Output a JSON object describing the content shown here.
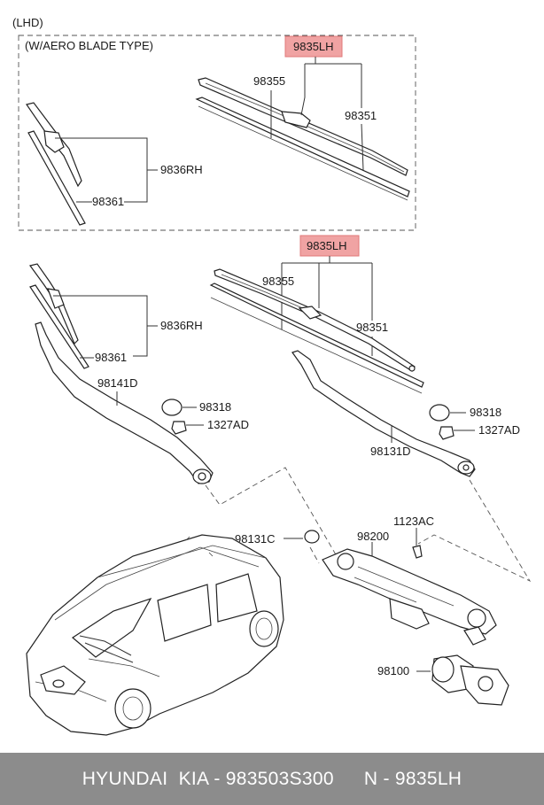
{
  "diagram": {
    "region_label": "(LHD)",
    "box_title": "(W/AERO BLADE TYPE)",
    "aero": {
      "blade_set_lh": "9835LH",
      "blade_lh_a": "98355",
      "blade_lh_b": "98351",
      "blade_set_rh": "9836RH",
      "blade_rh_refill": "98361"
    },
    "standard": {
      "blade_set_lh": "9835LH",
      "blade_lh_a": "98355",
      "blade_lh_b": "98351",
      "blade_set_rh": "9836RH",
      "blade_rh_refill": "98361",
      "arm_rh": "98141D",
      "arm_lh": "98131D",
      "cap_rh": "98318",
      "cap_lh": "98318",
      "nut_rh": "1327AD",
      "nut_lh": "1327AD",
      "pivot_cap": "98131C",
      "linkage": "98200",
      "bolt": "1123AC",
      "motor": "98100"
    },
    "highlight_color": "#f0a3a3"
  },
  "footer": {
    "brand": "HYUNDAI  KIA - 983503S300",
    "code": "N - 9835LH"
  }
}
